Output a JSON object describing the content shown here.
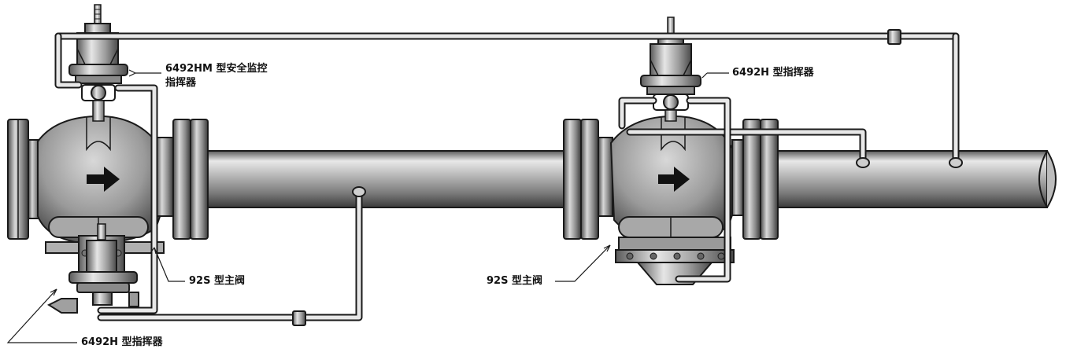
{
  "labels": {
    "monitor_pilot_line1": "6492HM 型安全监控",
    "monitor_pilot_line2": "指挥器",
    "pilot_right": "6492H 型指挥器",
    "main_valve_left": "92S 型主阀",
    "main_valve_right": "92S 型主阀",
    "pilot_bottom_left": "6492H 型指挥器"
  },
  "colors": {
    "outline": "#1a1a1a",
    "pipe_light": "#f2f2f2",
    "pipe_mid": "#9a9a9a",
    "pipe_dark": "#3a3a3a",
    "arrow": "#111111"
  },
  "icons": [
    "flow-arrow-icon",
    "flow-arrow-icon"
  ]
}
